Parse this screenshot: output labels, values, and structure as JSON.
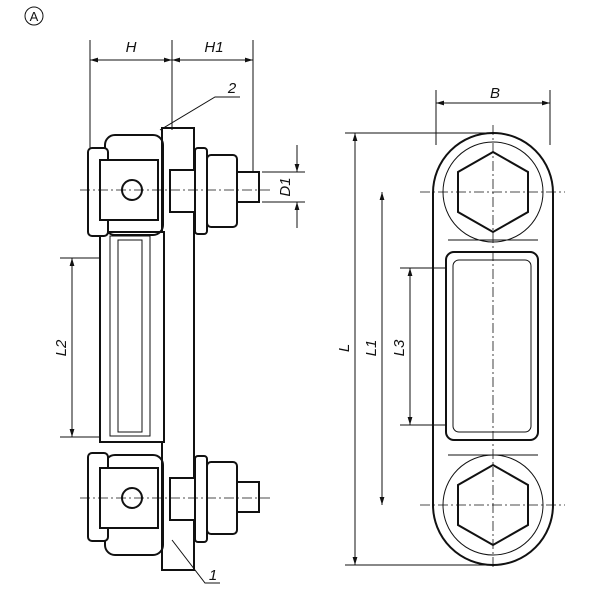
{
  "view_marker": "A",
  "side_view": {
    "dim_h": "H",
    "dim_h1": "H1",
    "dim_d1": "D1",
    "dim_l2": "L2",
    "callout_2": "2",
    "callout_1": "1"
  },
  "front_view": {
    "dim_b": "B",
    "dim_l": "L",
    "dim_l1": "L1",
    "dim_l3": "L3"
  }
}
